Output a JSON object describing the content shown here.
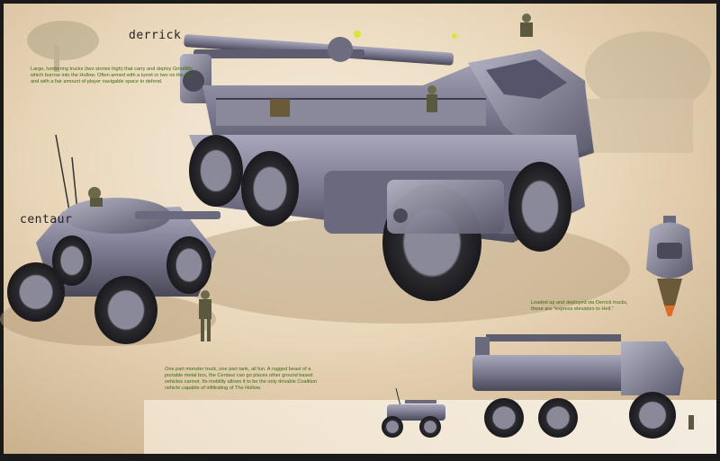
{
  "vehicles": {
    "derrick": {
      "name": "derrick",
      "description": "Large, lumbering trucks (two stories high) that carry and deploy Grindlifts which burrow into the Hollow. Often armed with a turret or two on the top and with a fair amount of player navigable space to defend."
    },
    "centaur": {
      "name": "centaur",
      "description": "One part monster truck, one part tank, all fun. A rugged beast of a portable metal box, the Centaur can go places other ground based vehicles cannot. Its mobility allows it to be the only drivable Coalition vehicle capable of infiltrating of The Hollow."
    },
    "grindlift": {
      "description": "Loaded up and deployed via Derrick trucks, these are \"express elevators to Hell.\""
    }
  },
  "colors": {
    "background_warm": "#e8d8bf",
    "background_light": "#f6efe2",
    "metal": "#7d7c8e",
    "metal_dark": "#3f3e4c",
    "tire": "#2c2b30",
    "desc_text": "#3a6a12",
    "frame": "#1a1a1a"
  }
}
